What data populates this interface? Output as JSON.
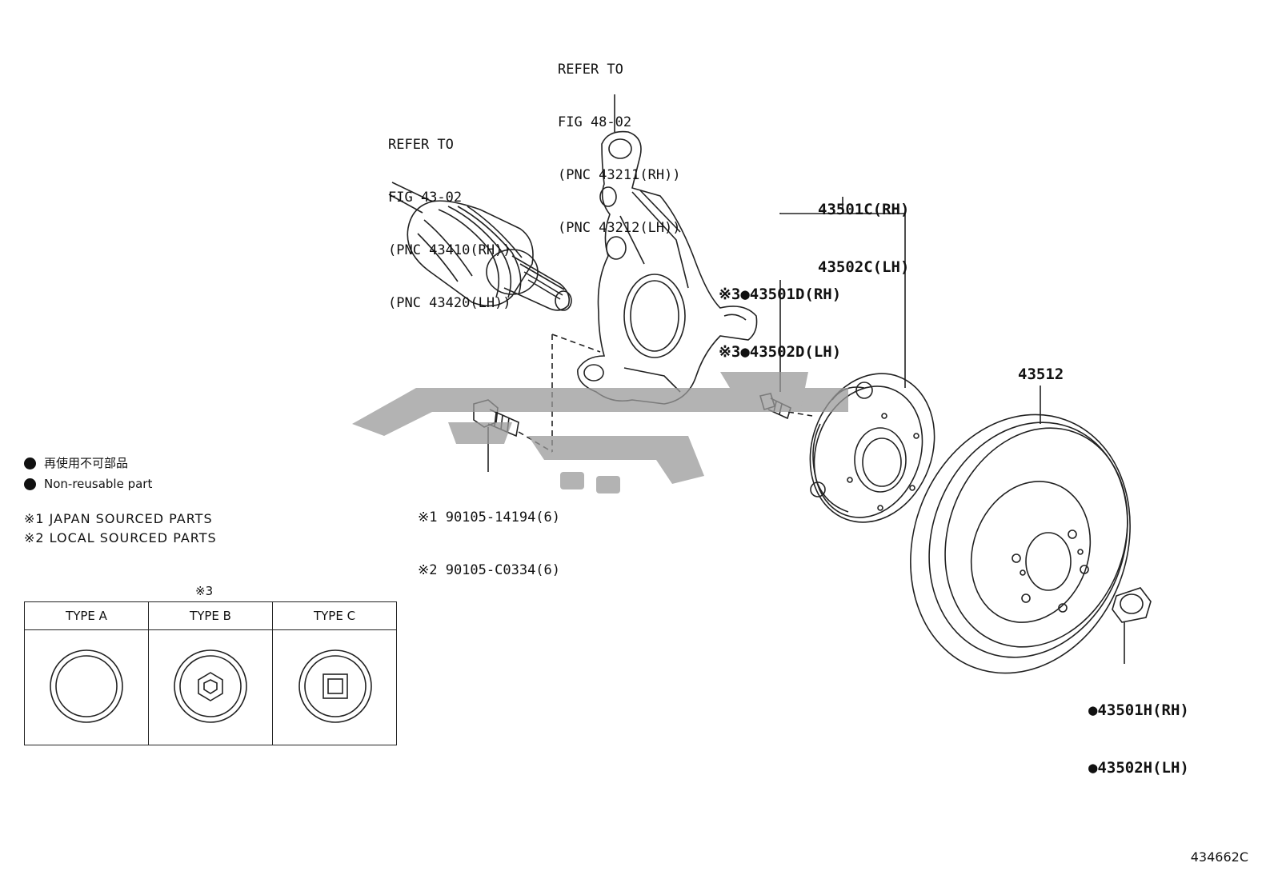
{
  "callouts": {
    "knuckle_ref": [
      "REFER TO",
      "FIG 48-02",
      "(PNC 43211(RH))",
      "(PNC 43212(LH))"
    ],
    "shaft_ref": [
      "REFER TO",
      "FIG 43-02",
      "(PNC 43410(RH))",
      "(PNC 43420(LH))"
    ],
    "hub_assy": [
      "43501C(RH)",
      "43502C(LH)"
    ],
    "hub_bolt": [
      "※3●43501D(RH)",
      "※3●43502D(LH)"
    ],
    "bolt": [
      "※1 90105-14194(6)",
      "※2 90105-C0334(6)"
    ],
    "rotor": "43512",
    "nut": [
      "●43501H(RH)",
      "●43502H(LH)"
    ]
  },
  "legend": {
    "japanese": "再使用不可部品",
    "english": "Non-reusable part"
  },
  "notes": [
    "※1 JAPAN SOURCED PARTS",
    "※2 LOCAL SOURCED PARTS"
  ],
  "type_table": {
    "mark": "※3",
    "headers": [
      "TYPE A",
      "TYPE B",
      "TYPE C"
    ]
  },
  "figure_number": "434662C"
}
